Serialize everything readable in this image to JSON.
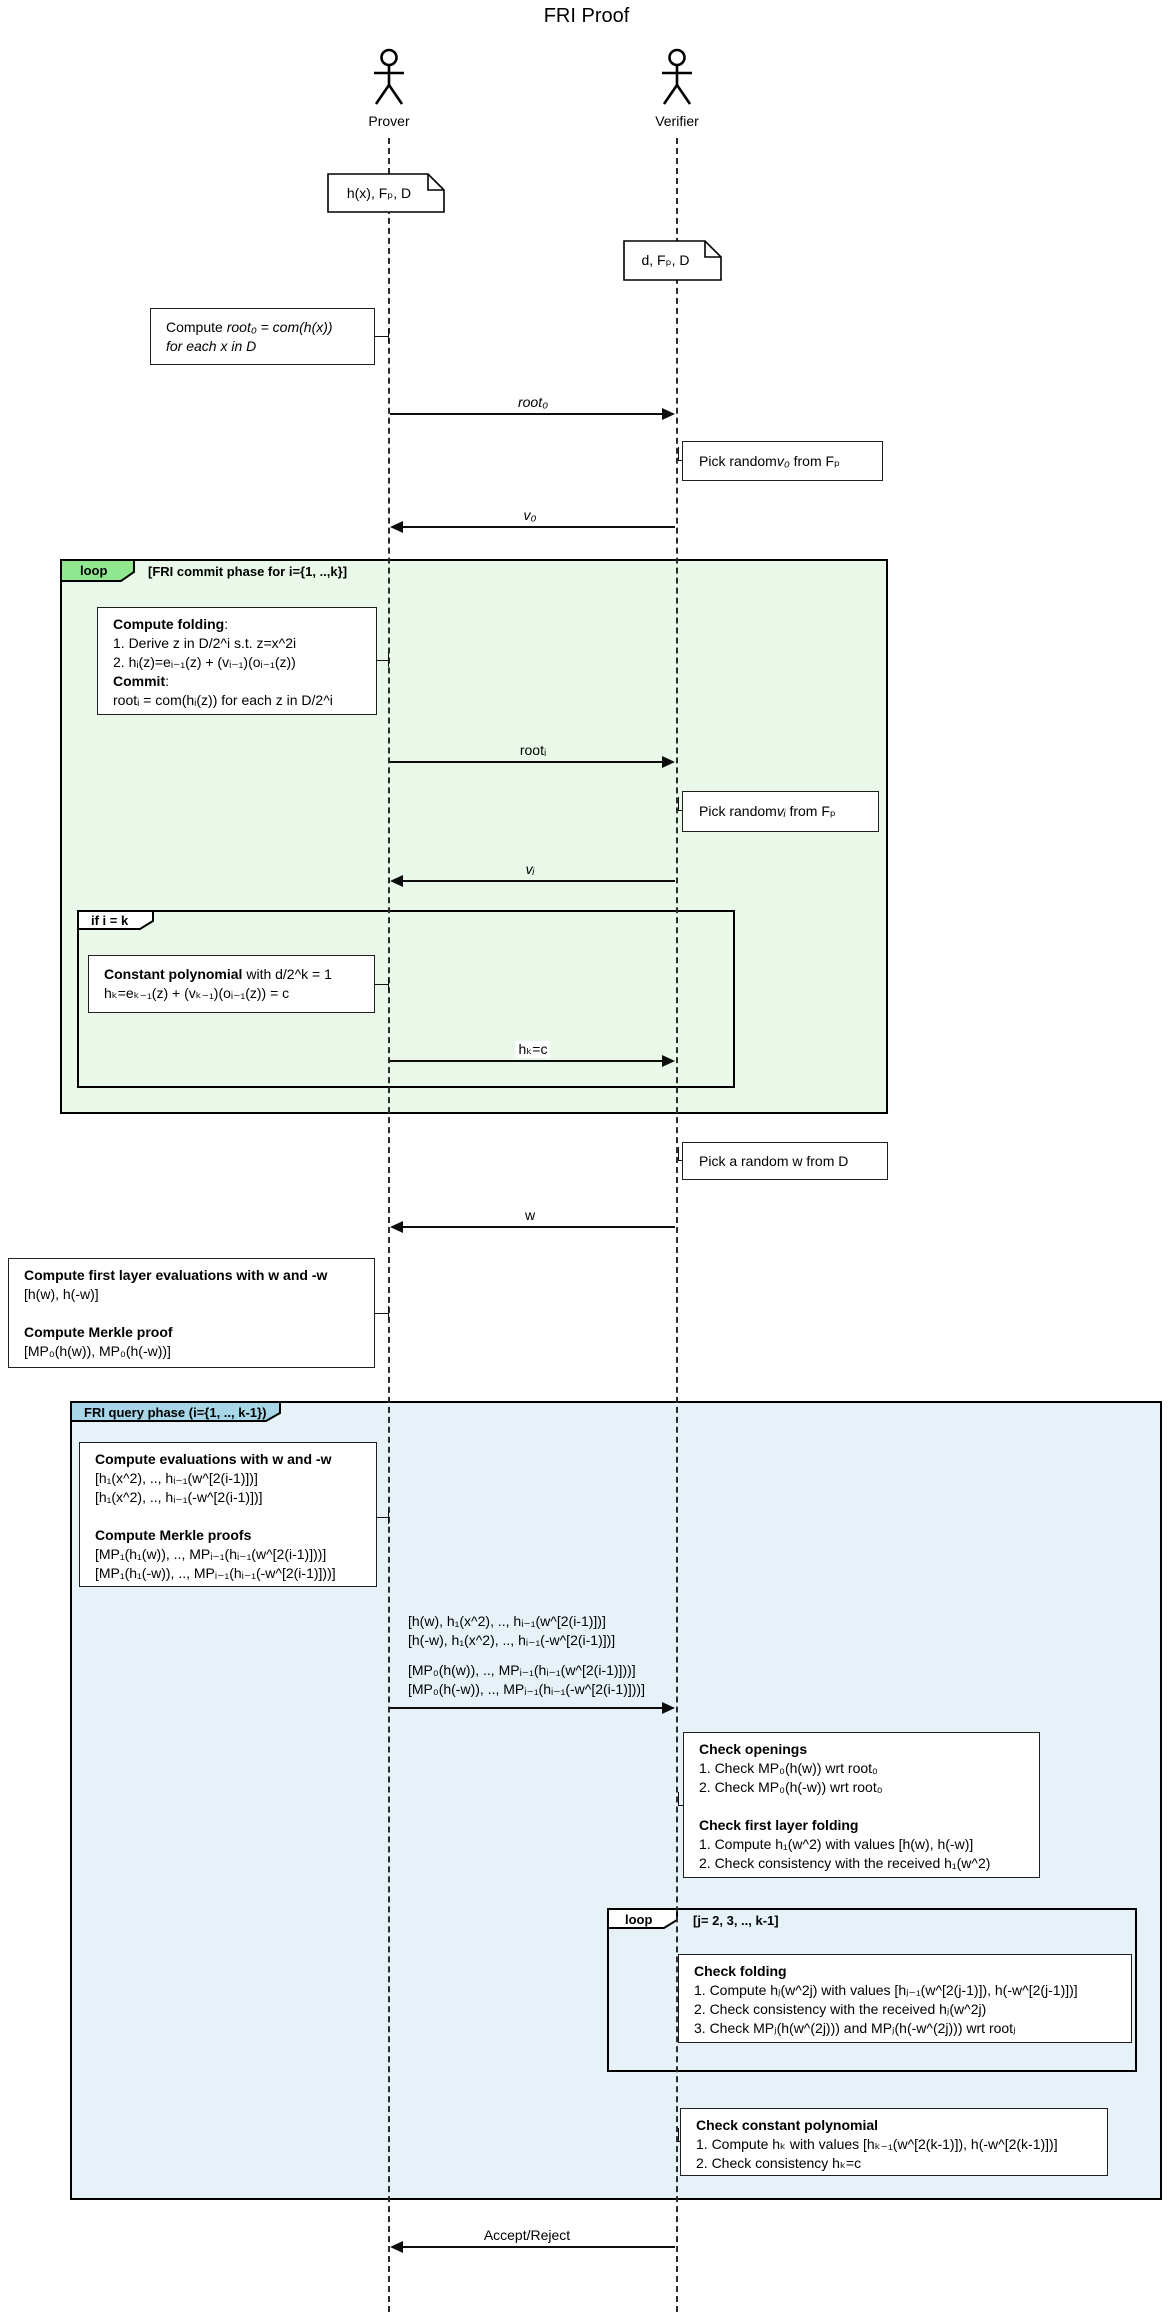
{
  "title": "FRI Proof",
  "actors": {
    "prover": "Prover",
    "verifier": "Verifier"
  },
  "setup_notes": {
    "prover_inputs": "h(x), Fₚ, D",
    "verifier_inputs": "d, Fₚ, D"
  },
  "frames": {
    "commit_loop": {
      "tab": "loop",
      "condition": "[FRI commit phase for i={1, ..,k}]"
    },
    "if_last": {
      "tab": "if i = k"
    },
    "query_phase": {
      "tab": "FRI query phase (i={1, .., k-1})"
    },
    "check_loop": {
      "tab": "loop",
      "condition": "[j= 2, 3, .., k-1]"
    }
  },
  "messages": {
    "root0": "root₀",
    "v0": "v₀",
    "root_i": "rootᵢ",
    "v_i": "vᵢ",
    "hk": "hₖ=c",
    "w": "w",
    "query_line1": "[h(w), h₁(x^2), .., hᵢ₋₁(w^[2(i-1)])]",
    "query_line2": "[h(-w), h₁(x^2), .., hᵢ₋₁(-w^[2(i-1)])]",
    "query_line3": "[MP₀(h(w)), .., MPᵢ₋₁(hᵢ₋₁(w^[2(i-1)]))]",
    "query_line4": "[MP₀(h(-w)), .., MPᵢ₋₁(hᵢ₋₁(-w^[2(i-1)]))]",
    "accept": "Accept/Reject"
  },
  "notes": {
    "compute_root0": {
      "pre": "Compute ",
      "math": "root₀ = com(h(x))",
      "line2": "for each x in D"
    },
    "pick_v0": {
      "pre": "Pick random ",
      "var": "v₀",
      "post": " from Fₚ"
    },
    "pick_vi": {
      "pre": "Pick random ",
      "var": "vᵢ",
      "post": " from Fₚ"
    },
    "pick_w": "Pick a random w from D",
    "folding": {
      "h1": "Compute folding",
      "colon": ":",
      "l1": "1. Derive z in D/2^i s.t. z=x^2i",
      "l2": "2. hᵢ(z)=eᵢ₋₁(z) + (vᵢ₋₁)(oᵢ₋₁(z))",
      "h2": "Commit",
      "l3": "rootᵢ = com(hᵢ(z)) for each z in D/2^i"
    },
    "constant_poly": {
      "h1": "Constant polynomial",
      "rest": " with d/2^k = 1",
      "l1": "hₖ=eₖ₋₁(z) + (vₖ₋₁)(oᵢ₋₁(z)) = c"
    },
    "first_layer": {
      "h1": "Compute first layer evaluations with w and -w",
      "l1": "[h(w), h(-w)]",
      "h2": "Compute Merkle proof",
      "l2": "[MP₀(h(w)), MP₀(h(-w))]"
    },
    "query_evals": {
      "h1": "Compute evaluations with w and -w",
      "l1": "[h₁(x^2), .., hᵢ₋₁(w^[2(i-1)])]",
      "l2": "[h₁(x^2), .., hᵢ₋₁(-w^[2(i-1)])]",
      "h2": "Compute Merkle proofs",
      "l3": "[MP₁(h₁(w)), .., MPᵢ₋₁(hᵢ₋₁(w^[2(i-1)]))]",
      "l4": "[MP₁(h₁(-w)), .., MPᵢ₋₁(hᵢ₋₁(-w^[2(i-1)]))]"
    },
    "check_openings": {
      "h1": "Check openings",
      "l1": "1. Check MP₀(h(w)) wrt root₀",
      "l2": "2. Check MP₀(h(-w)) wrt root₀",
      "h2": "Check first layer folding",
      "l3": "1. Compute h₁(w^2) with values [h(w), h(-w)]",
      "l4": "2. Check consistency with the received h₁(w^2)"
    },
    "check_folding": {
      "h1": "Check folding",
      "l1": "1. Compute hⱼ(w^2j) with values [hⱼ₋₁(w^[2(j-1)]), h(-w^[2(j-1)])]",
      "l2": "2. Check consistency with the received hⱼ(w^2j)",
      "l3": "3. Check MPⱼ(h(w^(2j))) and MPⱼ(h(-w^(2j))) wrt rootⱼ"
    },
    "check_constant": {
      "h1": "Check constant polynomial",
      "l1": "1. Compute hₖ with values [hₖ₋₁(w^[2(k-1)]), h(-w^[2(k-1)])]",
      "l2": "2. Check consistency hₖ=c"
    }
  },
  "colors": {
    "commit_bg": "#e9f8e9",
    "commit_tab": "#8fe78f",
    "query_bg": "#e7f2f8",
    "query_tab": "#a7d6e8"
  }
}
